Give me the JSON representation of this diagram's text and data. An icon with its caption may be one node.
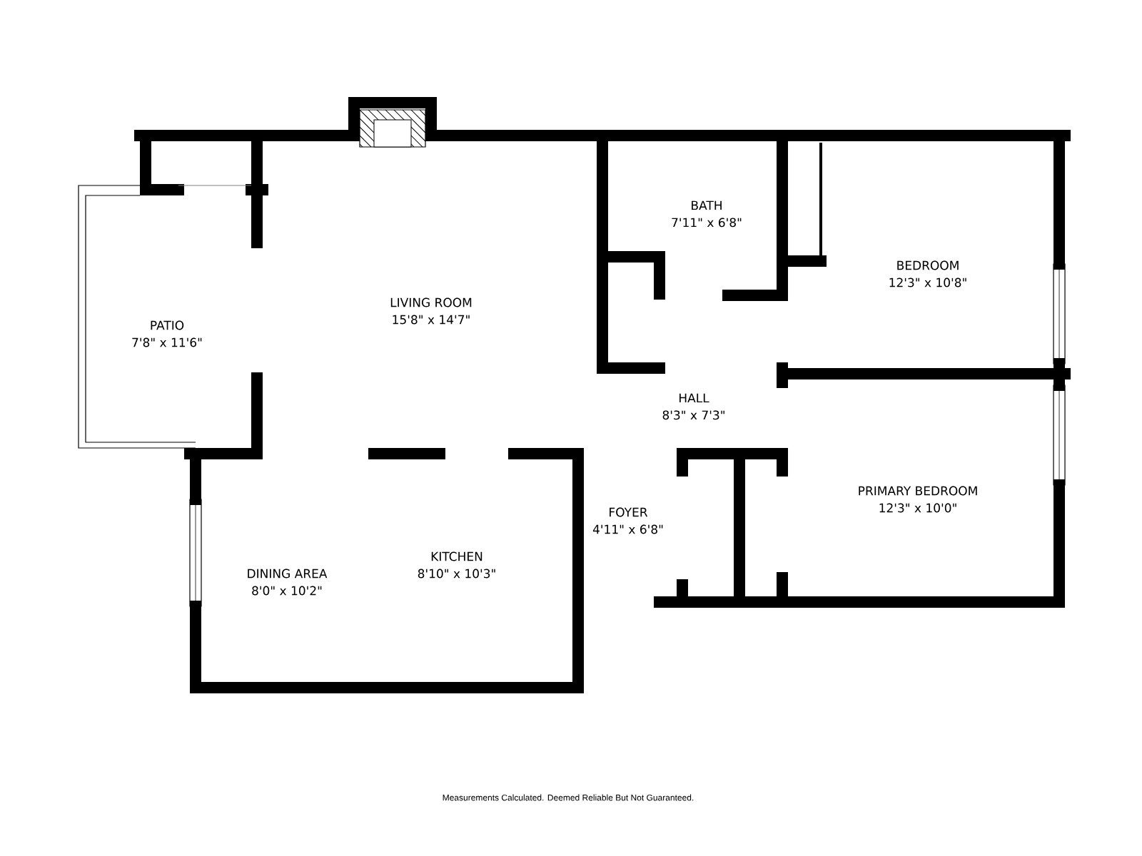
{
  "diagram": {
    "nodes": [
      {
        "text": [
          "PATIO",
          "7'8\" x 11'6\""
        ]
      },
      {
        "text": [
          "LIVING ROOM",
          "15'8\" x 14'7\""
        ]
      },
      {
        "text": [
          "BATH",
          "7'11\" x 6'8\""
        ]
      },
      {
        "text": [
          "BEDROOM",
          "12'3\" x 10'8\""
        ]
      },
      {
        "text": [
          "HALL",
          "8'3\" x 7'3\""
        ]
      },
      {
        "text": [
          "FOYER",
          "4'11\" x 6'8\""
        ]
      },
      {
        "text": [
          "PRIMARY BEDROOM",
          "12'3\" x 10'0\""
        ]
      },
      {
        "text": [
          "DINING AREA",
          "8'0\" x 10'2\""
        ]
      },
      {
        "text": [
          "KITCHEN",
          "8'10\" x 10'3\""
        ]
      }
    ],
    "labels": [
      "Measurements Calculated. Deemed Reliable But Not Guaranteed."
    ]
  }
}
